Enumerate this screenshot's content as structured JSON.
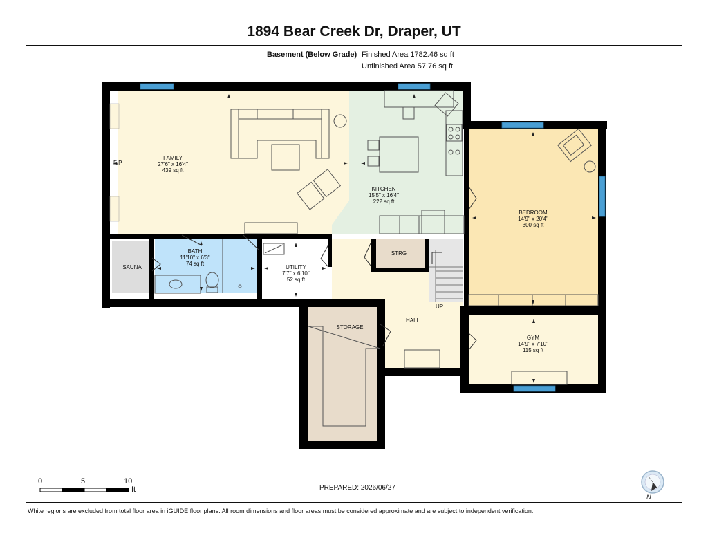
{
  "header": {
    "title": "1894 Bear Creek Dr, Draper, UT",
    "level": "Basement (Below Grade)",
    "finished_area": "Finished Area 1782.46 sq ft",
    "unfinished_area": "Unfinished Area 57.76 sq ft"
  },
  "rooms": {
    "family": {
      "name": "FAMILY",
      "dims": "27'6\" x 16'4\"",
      "area": "439 sq ft"
    },
    "kitchen": {
      "name": "KITCHEN",
      "dims": "15'5\" x 16'4\"",
      "area": "222 sq ft"
    },
    "bedroom": {
      "name": "BEDROOM",
      "dims": "14'9\" x 20'4\"",
      "area": "300 sq ft"
    },
    "bath": {
      "name": "BATH",
      "dims": "11'10\" x 6'3\"",
      "area": "74 sq ft"
    },
    "utility": {
      "name": "UTILITY",
      "dims": "7'7\" x 6'10\"",
      "area": "52 sq ft"
    },
    "gym": {
      "name": "GYM",
      "dims": "14'9\" x 7'10\"",
      "area": "115 sq ft"
    },
    "sauna": {
      "name": "SAUNA"
    },
    "strg": {
      "name": "STRG"
    },
    "storage": {
      "name": "STORAGE"
    },
    "hall": {
      "name": "HALL"
    }
  },
  "labels": {
    "fireplace": "F/P",
    "stairs_up": "UP"
  },
  "colors": {
    "wall": "#000000",
    "window": "#4a9fd4",
    "family": "#fdf6dc",
    "kitchen": "#e4f0e2",
    "bedroom": "#fbe7b4",
    "bath": "#bfe3fa",
    "sauna": "#dddddd",
    "storage": "#e8dccb",
    "hall": "#fdf6dc",
    "gym": "#fdf6dc"
  },
  "scale": {
    "n0": "0",
    "n5": "5",
    "n10": "10",
    "unit": "ft"
  },
  "footer": {
    "prepared": "PREPARED: 2026/06/27",
    "disclaimer": "White regions are excluded from total floor area in iGUIDE floor plans. All room dimensions and floor areas must be considered approximate and are subject to independent verification.",
    "north": "N"
  },
  "icons": [
    "compass-icon",
    "toilet-icon",
    "sink-icon",
    "stove-icon",
    "sofa-icon",
    "armchair-icon"
  ]
}
